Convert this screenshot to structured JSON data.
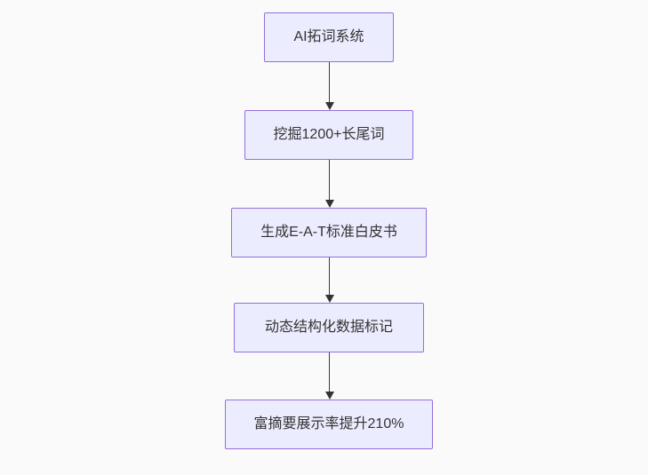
{
  "diagram": {
    "type": "flowchart-top-down",
    "nodes": [
      {
        "id": "A",
        "label": "AI拓词系统"
      },
      {
        "id": "B",
        "label": "挖掘1200+长尾词"
      },
      {
        "id": "C",
        "label": "生成E-A-T标准白皮书"
      },
      {
        "id": "D",
        "label": "动态结构化数据标记"
      },
      {
        "id": "E",
        "label": "富摘要展示率提升210%"
      }
    ],
    "edges": [
      {
        "from": "A",
        "to": "B"
      },
      {
        "from": "B",
        "to": "C"
      },
      {
        "from": "C",
        "to": "D"
      },
      {
        "from": "D",
        "to": "E"
      }
    ],
    "colors": {
      "background": "#fafafa",
      "node_fill": "#ECECFF",
      "node_border": "#9370DB",
      "node_text": "#333333",
      "edge_line": "#333333"
    }
  }
}
